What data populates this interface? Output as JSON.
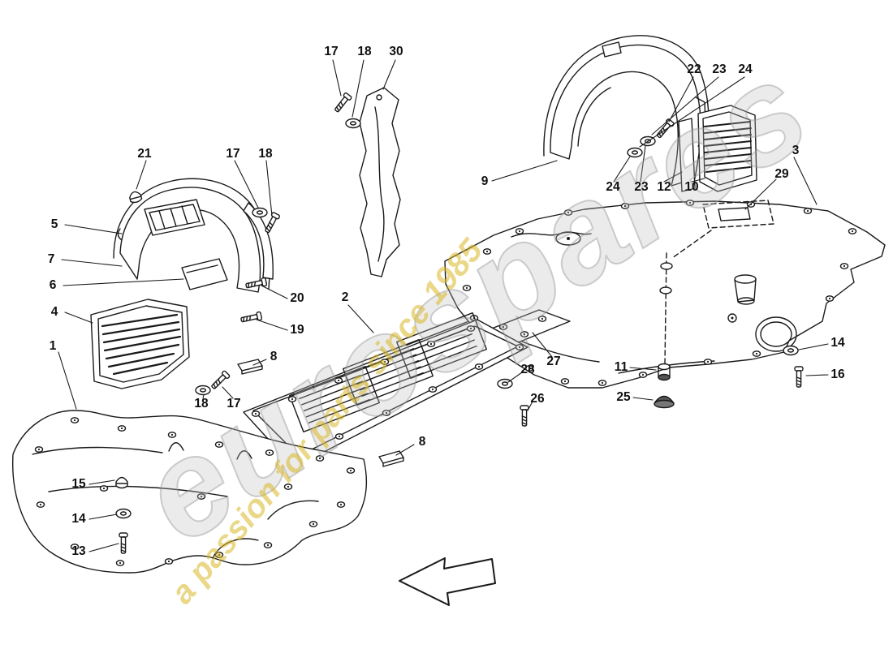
{
  "watermark": {
    "brand": "eurospares",
    "tagline": "a passion for parts since 1985"
  },
  "colors": {
    "line": "#1a1a1a",
    "watermark_gray": "#b0b0b0",
    "watermark_yellow": "#d8b624"
  },
  "callouts": [
    {
      "label": "17"
    },
    {
      "label": "18"
    },
    {
      "label": "30"
    },
    {
      "label": "22"
    },
    {
      "label": "23"
    },
    {
      "label": "24"
    },
    {
      "label": "21"
    },
    {
      "label": "17"
    },
    {
      "label": "18"
    },
    {
      "label": "9"
    },
    {
      "label": "24"
    },
    {
      "label": "23"
    },
    {
      "label": "12"
    },
    {
      "label": "10"
    },
    {
      "label": "3"
    },
    {
      "label": "29"
    },
    {
      "label": "5"
    },
    {
      "label": "7"
    },
    {
      "label": "6"
    },
    {
      "label": "4"
    },
    {
      "label": "1"
    },
    {
      "label": "20"
    },
    {
      "label": "19"
    },
    {
      "label": "2"
    },
    {
      "label": "8"
    },
    {
      "label": "18"
    },
    {
      "label": "17"
    },
    {
      "label": "28"
    },
    {
      "label": "27"
    },
    {
      "label": "11"
    },
    {
      "label": "14"
    },
    {
      "label": "16"
    },
    {
      "label": "26"
    },
    {
      "label": "25"
    },
    {
      "label": "8"
    },
    {
      "label": "15"
    },
    {
      "label": "14"
    },
    {
      "label": "13"
    }
  ]
}
